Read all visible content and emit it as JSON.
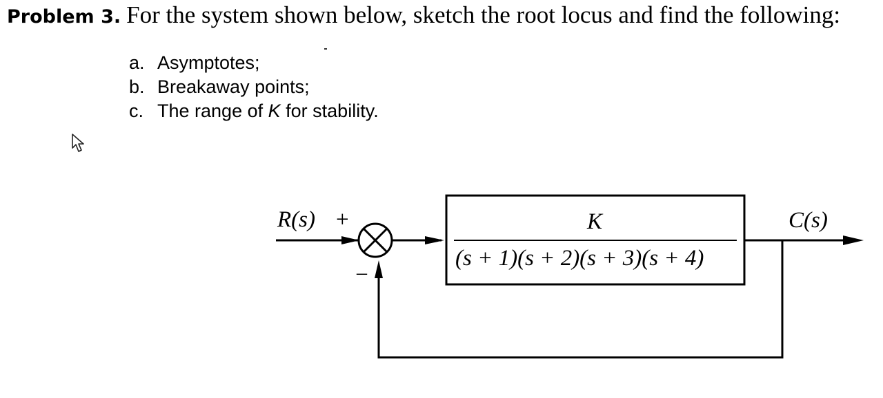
{
  "problem": {
    "label": "Problem 3.",
    "text": "For the system shown below, sketch the root locus and find the following:"
  },
  "parts": [
    {
      "letter": "a.",
      "text": "Asymptotes;"
    },
    {
      "letter": "b.",
      "text": "Breakaway points;"
    },
    {
      "letter": "c.",
      "text_before": "The range of",
      "variable": "K",
      "text_after": "for stability."
    }
  ],
  "diagram": {
    "input_label": "R(s)",
    "plus_sign": "+",
    "minus_sign": "–",
    "numerator": "K",
    "denominator": "(s + 1)(s + 2)(s + 3)(s + 4)",
    "output_label": "C(s)"
  }
}
